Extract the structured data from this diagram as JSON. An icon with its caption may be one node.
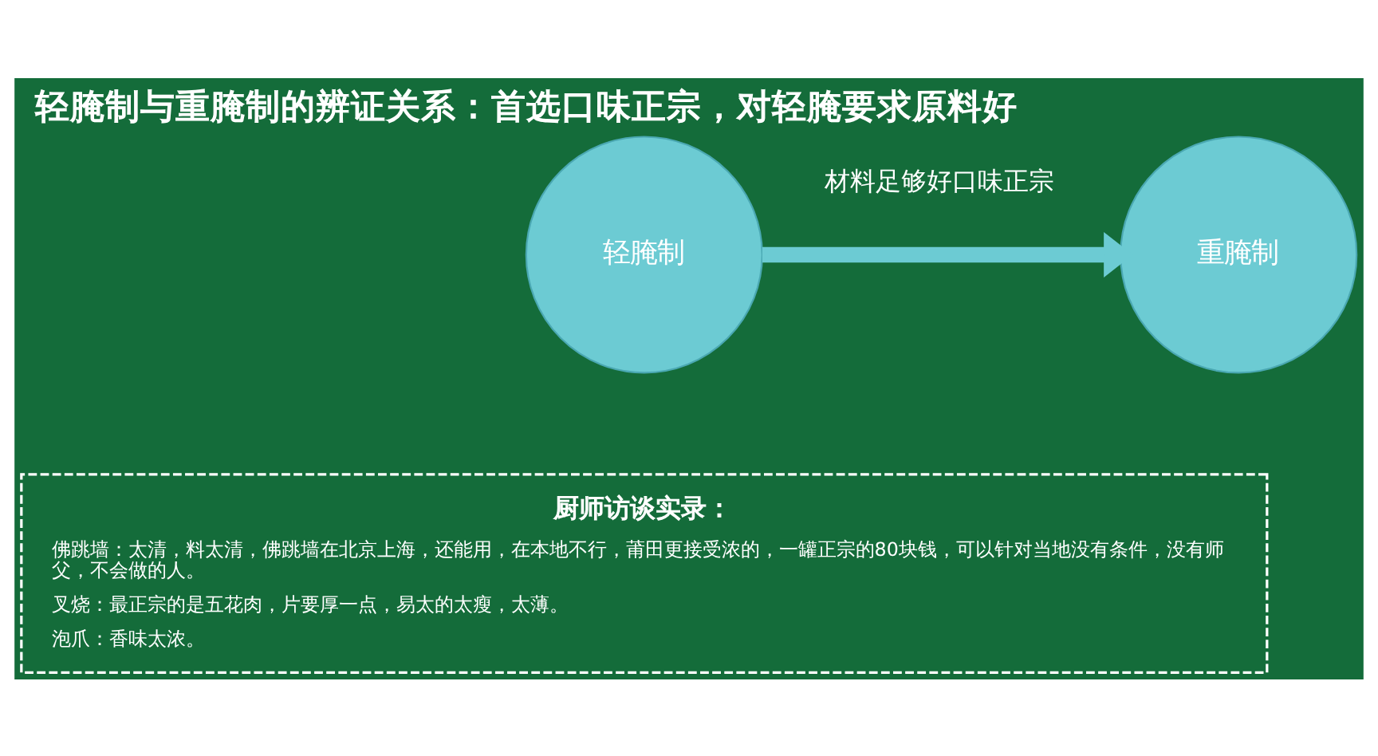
{
  "diagram": {
    "title": "轻腌制与重腌制的辨证关系：首选口味正宗，对轻腌要求原料好",
    "nodes": [
      {
        "text": [
          "轻腌制"
        ]
      },
      {
        "text": [
          "重腌制"
        ]
      },
      {
        "text": [
          "厨师访谈实录：",
          "佛跳墙：太清，料太清，佛跳墙在北京上海，还能用，在本地不行，莆田更接受浓的，一罐正宗的80块钱，可以针对当地没有条件，没有师父，不会做的人。",
          "叉烧：最正宗的是五花肉，片要厚一点，易太的太瘦，太薄。",
          "泡爪：香味太浓。"
        ]
      }
    ],
    "edges": [
      {
        "from": 0,
        "to": 1,
        "arrow": "to",
        "label": "材料足够好口味正宗",
        "color": "#6ccbd3"
      }
    ]
  }
}
